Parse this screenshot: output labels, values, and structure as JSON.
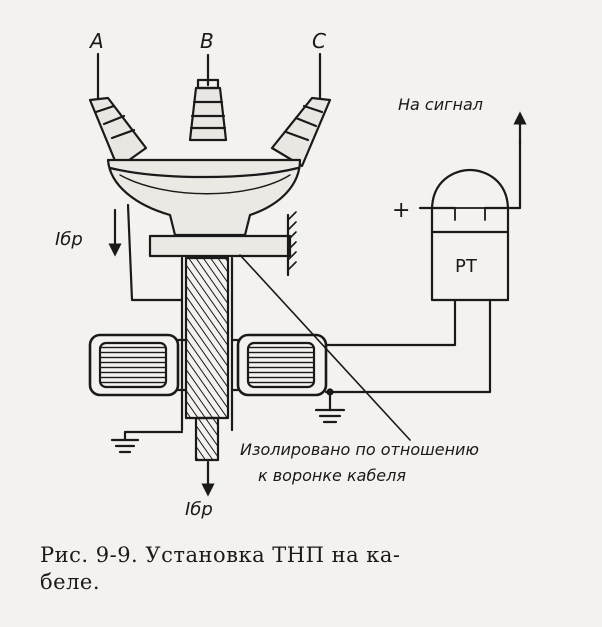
{
  "labels": {
    "phase_a": "A",
    "phase_b": "B",
    "phase_c": "C",
    "signal": "На сигнал",
    "plus": "+",
    "relay": "РТ",
    "current_top": "Iбр",
    "current_bottom": "Iбр",
    "insulated_line1": "Изолировано по отношению",
    "insulated_line2": "к воронке кабеля"
  },
  "caption": {
    "line1": "Рис. 9-9. Установка ТНП на ка-",
    "line2": "беле."
  },
  "colors": {
    "ink": "#1a1a1a",
    "paper": "#f3f2ee"
  }
}
